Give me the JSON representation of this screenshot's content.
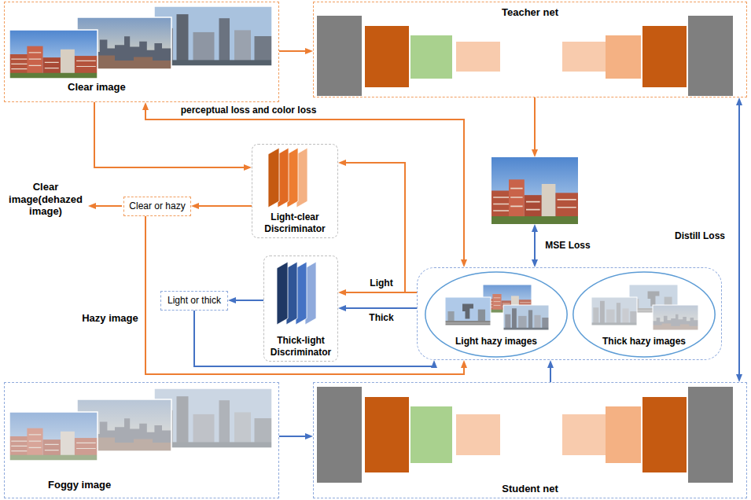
{
  "diagram": {
    "nodes": [
      {
        "text": [
          "Clear image"
        ]
      },
      {
        "text": [
          "Teacher net"
        ]
      },
      {
        "text": [
          "Clear or hazy"
        ]
      },
      {
        "text": [
          "Light-clear Discriminator"
        ]
      },
      {
        "text": []
      },
      {
        "text": [
          "Thick-light Discriminator"
        ]
      },
      {
        "text": [
          "Light or thick"
        ]
      },
      {
        "text": []
      },
      {
        "text": [
          "Light hazy images"
        ],
        "in": 7
      },
      {
        "text": [
          "Thick hazy images"
        ],
        "in": 7
      },
      {
        "text": [
          "Foggy image"
        ]
      },
      {
        "text": [
          "Student net"
        ]
      }
    ],
    "edges": [
      {
        "from": 0,
        "to": 1,
        "arrow": "to"
      },
      {
        "from": 0,
        "to": 7,
        "arrow": "both",
        "label": "perceptual loss and color loss"
      },
      {
        "from": 0,
        "to": 3,
        "arrow": "to"
      },
      {
        "from": 3,
        "to": 2,
        "arrow": "to"
      },
      {
        "from": 1,
        "to": 4,
        "arrow": "to"
      },
      {
        "from": 4,
        "to": 7,
        "arrow": "both",
        "label": "MSE Loss"
      },
      {
        "from": 7,
        "to": 3,
        "arrow": "to"
      },
      {
        "from": 7,
        "to": 5,
        "arrow": "to",
        "label": "Light"
      },
      {
        "from": 7,
        "to": 5,
        "arrow": "to",
        "label": "Thick"
      },
      {
        "from": 5,
        "to": 6,
        "arrow": "to"
      },
      {
        "from": 6,
        "to": 7,
        "arrow": "to"
      },
      {
        "from": 2,
        "to": 7,
        "arrow": "to",
        "label": "Hazy image"
      },
      {
        "from": 10,
        "to": 11,
        "arrow": "to"
      },
      {
        "from": 11,
        "to": 7,
        "arrow": "to"
      },
      {
        "from": 1,
        "to": 11,
        "arrow": "both",
        "label": "Distill Loss"
      }
    ],
    "labels": [
      "Clear image(dehazed image)"
    ]
  }
}
